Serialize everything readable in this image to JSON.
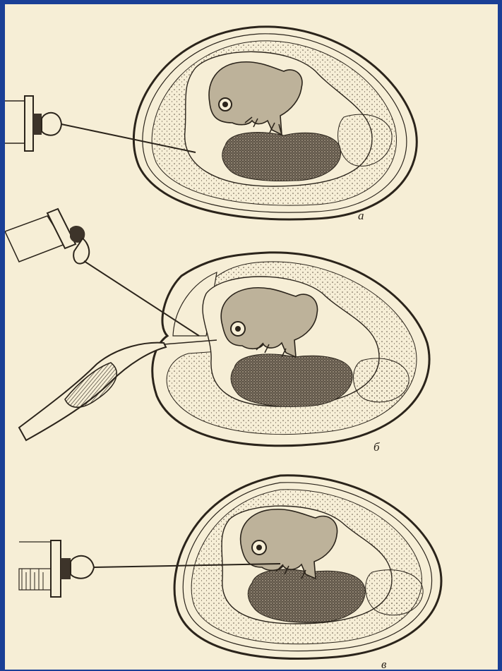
{
  "figure": {
    "colors": {
      "frame": "#1a3f96",
      "paper": "#f6eed6",
      "ink": "#2b241b",
      "stipple_fill": "#f1e6c6",
      "yolk_fill": "#6e6458"
    },
    "panels": [
      {
        "id": "a",
        "label": "a"
      },
      {
        "id": "b",
        "label": "б"
      },
      {
        "id": "c",
        "label": "в"
      }
    ]
  }
}
